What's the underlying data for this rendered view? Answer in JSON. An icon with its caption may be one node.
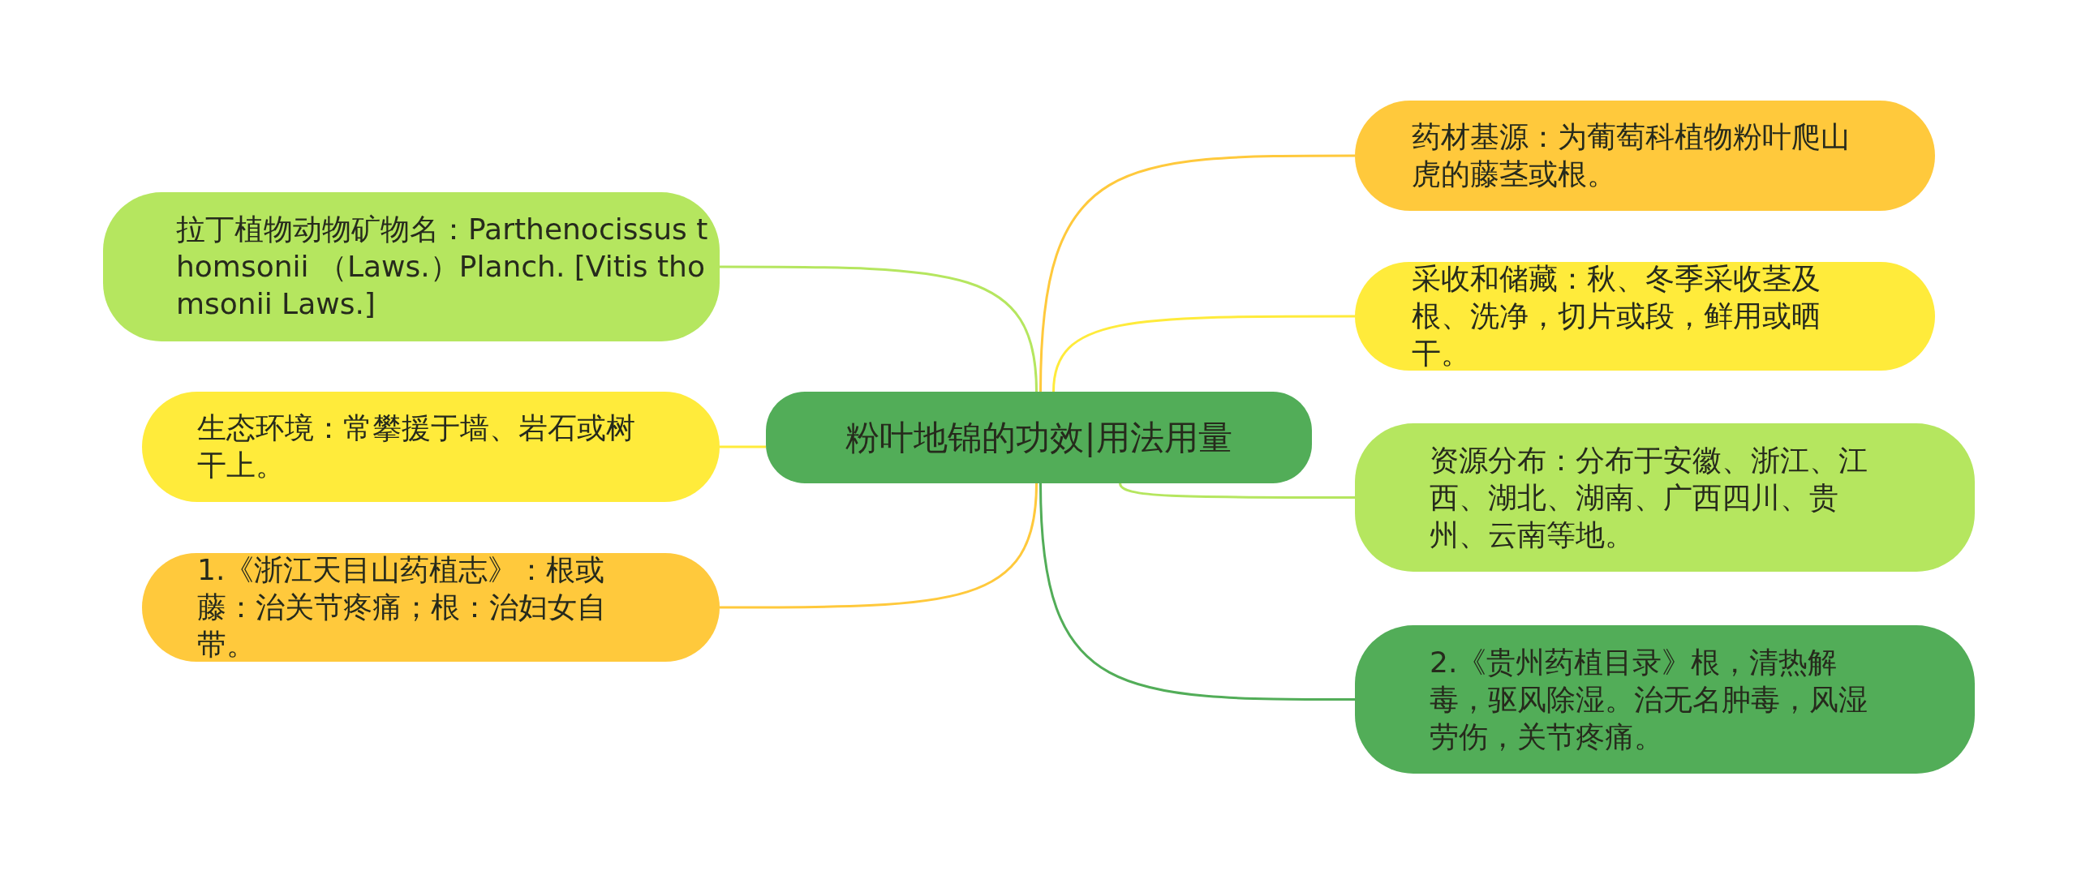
{
  "diagram": {
    "nodes": [
      {
        "text": [
          "粉叶地锦的功效|用法用量"
        ]
      },
      {
        "text": [
          "拉丁植物动物矿物名：Parthenocissus thomsonii （Laws.）Planch. [Vitis thomsonii Laws.]"
        ]
      },
      {
        "text": [
          "生态环境：常攀援于墙、岩石或树干上。"
        ]
      },
      {
        "text": [
          "1.《浙江天目山药植志》：根或藤：治关节疼痛；根：治妇女自带。"
        ]
      },
      {
        "text": [
          "药材基源：为葡萄科植物粉叶爬山虎的藤茎或根。"
        ]
      },
      {
        "text": [
          "采收和储藏：秋、冬季采收茎及根、洗净，切片或段，鲜用或晒干。"
        ]
      },
      {
        "text": [
          "资源分布：分布于安徽、浙江、江西、湖北、湖南、广西四川、贵州、云南等地。"
        ]
      },
      {
        "text": [
          "2.《贵州药植目录》根，清热解毒，驱风除湿。治无名肿毒，风湿劳伤，关节疼痛。"
        ]
      }
    ],
    "edges": [
      {
        "from": 0,
        "to": 1,
        "arrow": "none",
        "color": "#b5e65f"
      },
      {
        "from": 0,
        "to": 2,
        "arrow": "none",
        "color": "#ffeb3b"
      },
      {
        "from": 0,
        "to": 3,
        "arrow": "none",
        "color": "#ffc93c"
      },
      {
        "from": 0,
        "to": 4,
        "arrow": "none",
        "color": "#ffc93c"
      },
      {
        "from": 0,
        "to": 5,
        "arrow": "none",
        "color": "#ffeb3b"
      },
      {
        "from": 0,
        "to": 6,
        "arrow": "none",
        "color": "#b5e65f"
      },
      {
        "from": 0,
        "to": 7,
        "arrow": "none",
        "color": "#52ad58"
      }
    ]
  }
}
